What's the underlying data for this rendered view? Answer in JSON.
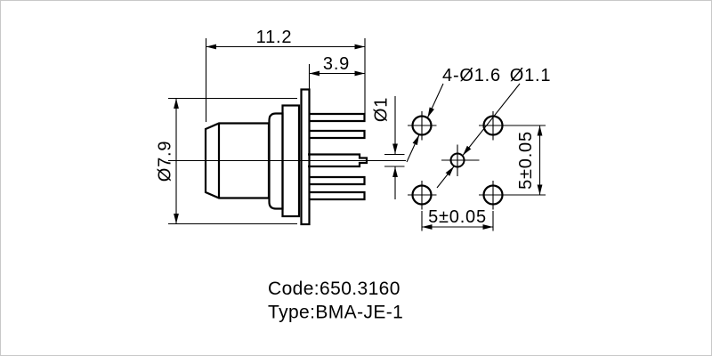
{
  "drawing": {
    "side_view": {
      "dim_width_total": "11.2",
      "dim_leg_length": "3.9",
      "dim_body_diameter": "Ø7.9",
      "dim_pin_diameter": "Ø1"
    },
    "footprint": {
      "dim_mount_holes": "4-Ø1.6",
      "dim_center_hole": "Ø1.1",
      "dim_pitch_vertical": "5±0.05",
      "dim_pitch_horizontal": "5±0.05"
    },
    "title_block": {
      "code": "Code:650.3160",
      "type": "Type:BMA-JE-1"
    },
    "colors": {
      "line": "#000000",
      "background": "#ffffff"
    }
  }
}
